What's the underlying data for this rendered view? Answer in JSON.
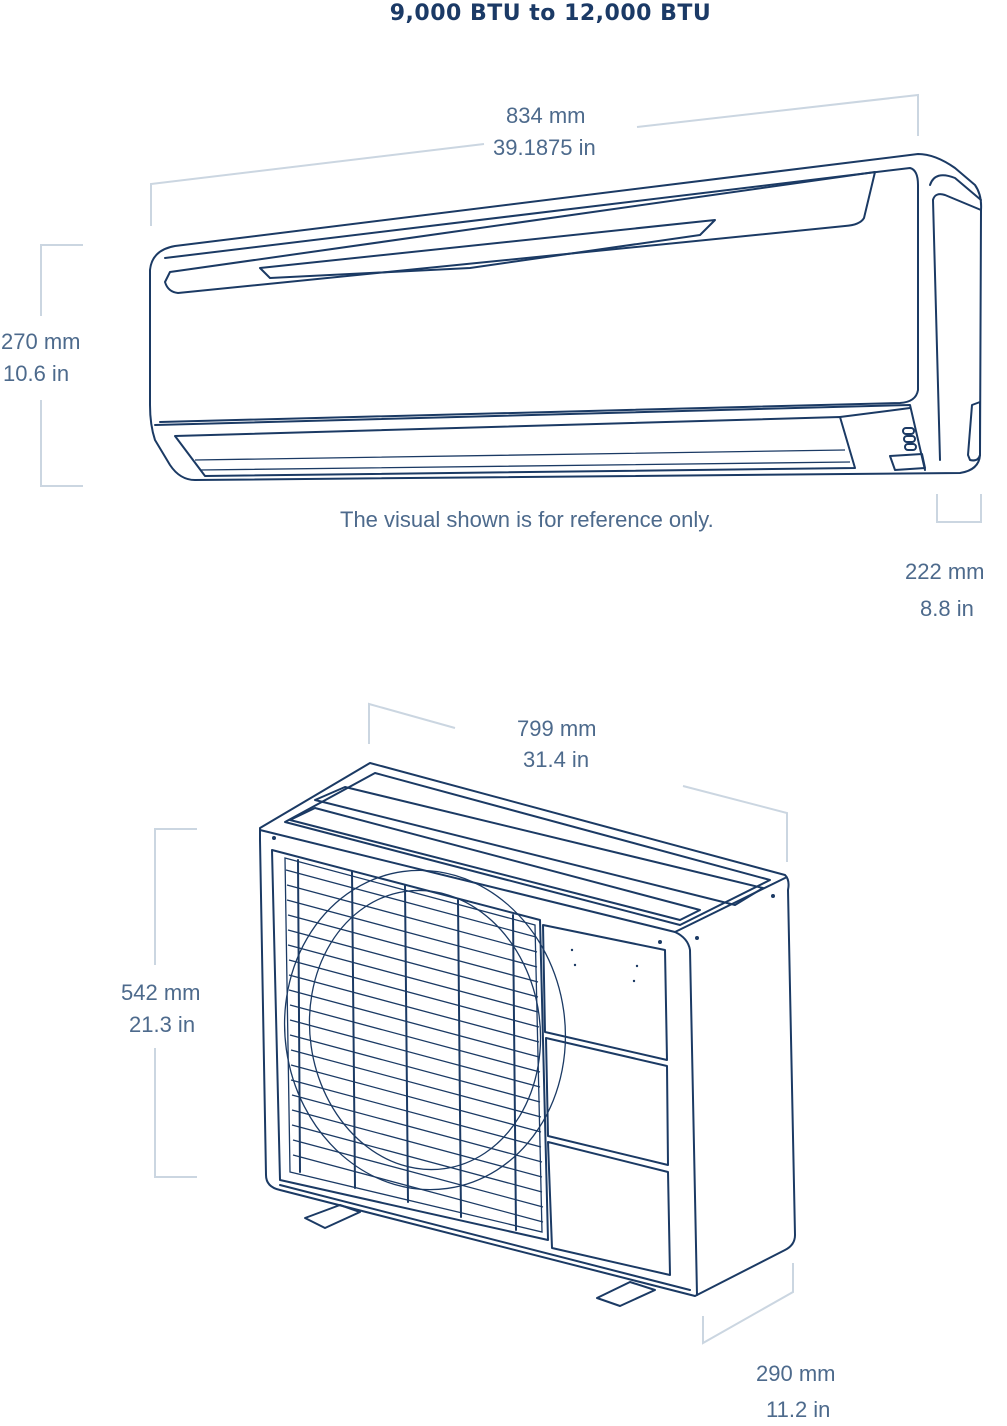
{
  "title": "9,000 BTU to 12,000 BTU",
  "indoor_unit": {
    "width": {
      "mm": "834 mm",
      "in": "39.1875 in"
    },
    "height": {
      "mm": "270 mm",
      "in": "10.6 in"
    },
    "depth": {
      "mm": "222 mm",
      "in": "8.8 in"
    },
    "note": "The visual shown is for reference only."
  },
  "outdoor_unit": {
    "width": {
      "mm": "799 mm",
      "in": "31.4 in"
    },
    "height": {
      "mm": "542 mm",
      "in": "21.3 in"
    },
    "depth": {
      "mm": "290 mm",
      "in": "11.2 in"
    }
  },
  "colors": {
    "title": "#1b3a66",
    "label": "#4d6a8c",
    "dimension_line": "#cbd6e1",
    "drawing": "#1b3a64"
  }
}
